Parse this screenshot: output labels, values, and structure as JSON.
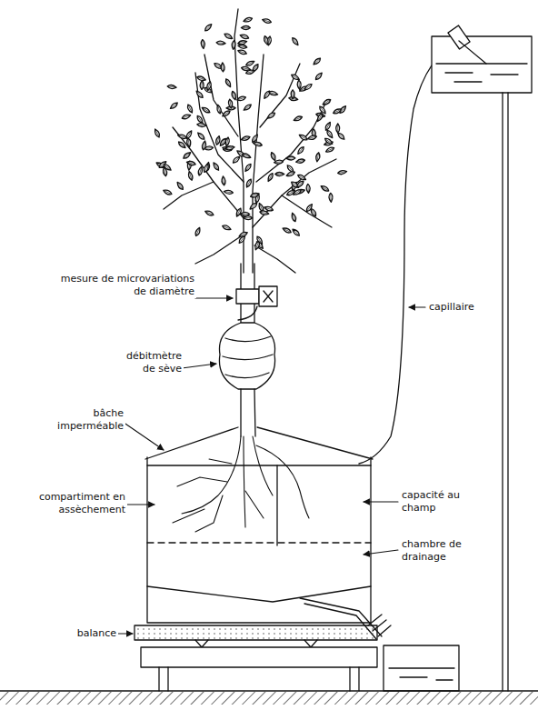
{
  "diagram": {
    "labels": [
      "mesure de microvariations de diamètre",
      "débitmètre de sève",
      "bâche imperméable",
      "compartiment en assèchement",
      "capillaire",
      "capacité au champ",
      "chambre de drainage",
      "balance"
    ]
  }
}
